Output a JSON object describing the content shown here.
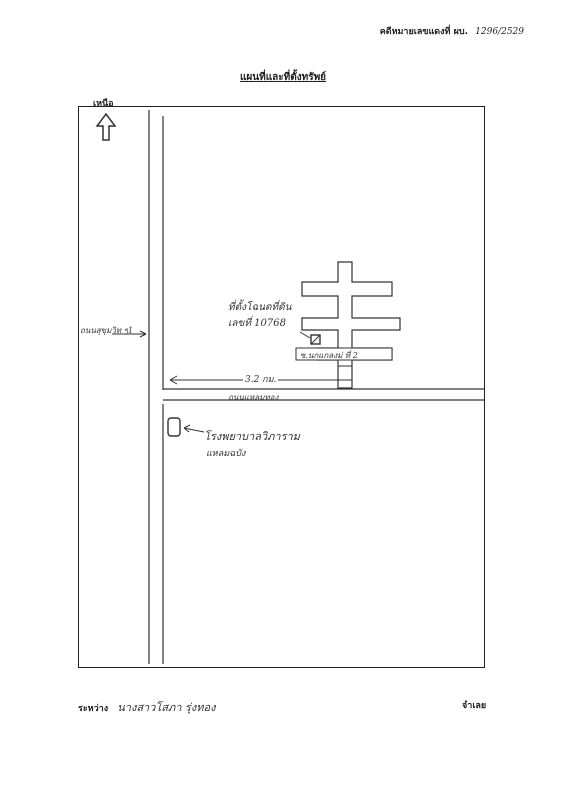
{
  "header": {
    "case_label": "คดีหมายเลขแดงที่ ผบ.",
    "case_number": "1296/2529"
  },
  "title": "แผนที่และที่ตั้งทรัพย์",
  "north_label": "เหนือ",
  "map": {
    "label_property": "ที่ตั้งโฉนดที่ดิน",
    "label_deed_no": "เลขที่ 10768",
    "label_soi": "ซ.นกแกลงม่ ที่ 2",
    "label_distance": "3.2 กม.",
    "label_road": "ถนนแหลมทอง",
    "label_left_road": "ถนนสุขุมวิท ๆ1",
    "label_school": "โรงพยาบาลวิภาราม",
    "label_school_sub": "แหลมฉบัง"
  },
  "footer": {
    "between_label": "ระหว่าง",
    "between_name": "นางสาวโสภา รุ่งทอง",
    "defendant_label": "จำเลย"
  },
  "colors": {
    "ink": "#222222",
    "paper": "#ffffff"
  }
}
